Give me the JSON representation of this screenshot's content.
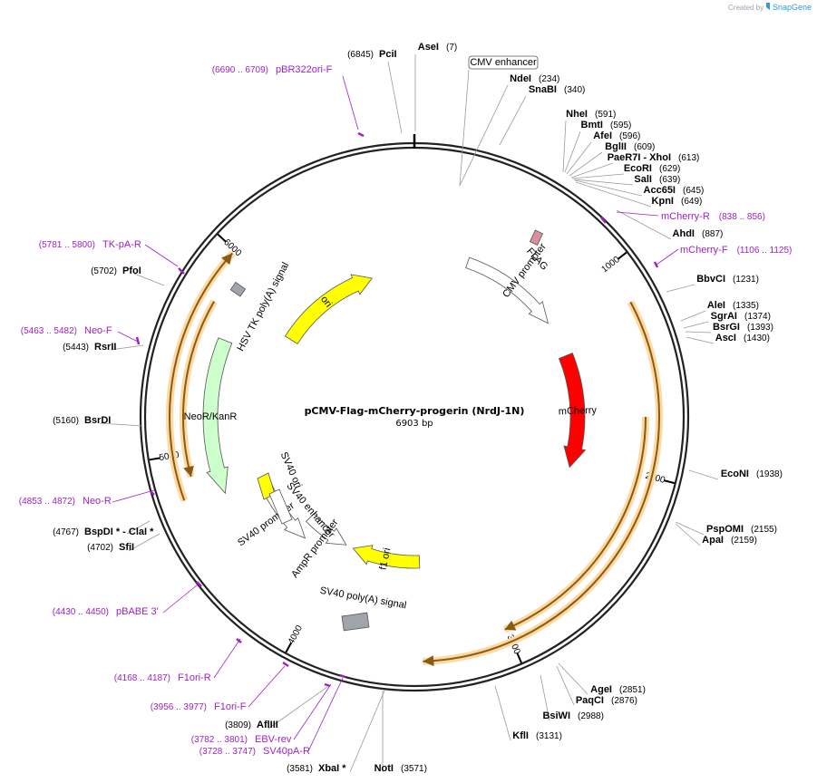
{
  "header": {
    "created_by": "Created by",
    "app_name": "SnapGene"
  },
  "map": {
    "name": "pCMV-Flag-mCherry-progerin (NrdJ-1N)",
    "length_label": "6903 bp"
  },
  "ticks": [
    {
      "label": "1000",
      "angle": 52.2
    },
    {
      "label": "2000",
      "angle": 104.3
    },
    {
      "label": "3000",
      "angle": 156.5
    },
    {
      "label": "4000",
      "angle": 208.6
    },
    {
      "label": "5000",
      "angle": 260.8
    },
    {
      "label": "6000",
      "angle": 312.9
    }
  ],
  "features": [
    {
      "name": "ori",
      "label": "ori",
      "start": 302,
      "end": 343,
      "r": 160,
      "w": 16,
      "color": "#ffff00",
      "dir": 1,
      "label_inside": true
    },
    {
      "name": "cmv-promoter",
      "label": "CMV promoter",
      "start": 19,
      "end": 55,
      "r": 180,
      "w": 12,
      "color": "#ffffff",
      "dir": 1,
      "label_inside": false
    },
    {
      "name": "mcherry",
      "label": "mCherry",
      "start": 68,
      "end": 108,
      "r": 180,
      "w": 16,
      "color": "#ff0000",
      "dir": 1,
      "label_inside": true
    },
    {
      "name": "neor-kanr",
      "label": "NeoR/KanR",
      "start": 248,
      "end": 292,
      "r": 225,
      "w": 16,
      "color": "#ccffcc",
      "dir": -1,
      "label_inside": true
    },
    {
      "name": "ampr-promoter",
      "label": "AmpR promoter",
      "start": 208,
      "end": 226,
      "r": 160,
      "w": 12,
      "color": "#ffffff",
      "dir": -1,
      "label_inside": false
    },
    {
      "name": "sv40-promoter",
      "label": "SV40 promoter",
      "start": 222,
      "end": 246,
      "r": 180,
      "w": 12,
      "color": "#ffffff",
      "dir": -1,
      "label_inside": false
    },
    {
      "name": "f1-ori",
      "label": "f1 ori",
      "start": 178,
      "end": 205,
      "r": 160,
      "w": 14,
      "color": "#ffff00",
      "dir": 1,
      "label_inside": true
    }
  ],
  "feature_labels": [
    {
      "name": "cmv-enhancer",
      "text": "CMV enhancer",
      "boxed": true
    },
    {
      "name": "flag",
      "text": "FLAG",
      "boxed": false
    },
    {
      "name": "hsv-tk-polya",
      "text": "HSV TK poly(A) signal",
      "boxed": false
    },
    {
      "name": "sv40-ori",
      "text": "SV40 ori",
      "boxed": false
    },
    {
      "name": "sv40-enhancer",
      "text": "SV40 enhancer",
      "boxed": false
    },
    {
      "name": "sv40-polya",
      "text": "SV40 poly(A) signal",
      "boxed": false
    }
  ],
  "enzymes": [
    {
      "name": "AseI",
      "pos": "(7)",
      "side": "right"
    },
    {
      "name": "PciI",
      "pos": "(6845)",
      "side": "left"
    },
    {
      "name": "NdeI",
      "pos": "(234)",
      "side": "right"
    },
    {
      "name": "SnaBI",
      "pos": "(340)",
      "side": "right"
    },
    {
      "name": "NheI",
      "pos": "(591)",
      "side": "right"
    },
    {
      "name": "BmtI",
      "pos": "(595)",
      "side": "right"
    },
    {
      "name": "AfeI",
      "pos": "(596)",
      "side": "right"
    },
    {
      "name": "BglII",
      "pos": "(609)",
      "side": "right"
    },
    {
      "name": "PaeR7I  - XhoI",
      "pos": "(613)",
      "side": "right"
    },
    {
      "name": "EcoRI",
      "pos": "(629)",
      "side": "right"
    },
    {
      "name": "SalI",
      "pos": "(639)",
      "side": "right"
    },
    {
      "name": "Acc65I",
      "pos": "(645)",
      "side": "right"
    },
    {
      "name": "KpnI",
      "pos": "(649)",
      "side": "right"
    },
    {
      "name": "AhdI",
      "pos": "(887)",
      "side": "right"
    },
    {
      "name": "BbvCI",
      "pos": "(1231)",
      "side": "right"
    },
    {
      "name": "AleI",
      "pos": "(1335)",
      "side": "right"
    },
    {
      "name": "SgrAI",
      "pos": "(1374)",
      "side": "right"
    },
    {
      "name": "BsrGI",
      "pos": "(1393)",
      "side": "right"
    },
    {
      "name": "AscI",
      "pos": "(1430)",
      "side": "right"
    },
    {
      "name": "EcoNI",
      "pos": "(1938)",
      "side": "right"
    },
    {
      "name": "PspOMI",
      "pos": "(2155)",
      "side": "right"
    },
    {
      "name": "ApaI",
      "pos": "(2159)",
      "side": "right"
    },
    {
      "name": "AgeI",
      "pos": "(2851)",
      "side": "right"
    },
    {
      "name": "PaqCI",
      "pos": "(2876)",
      "side": "right"
    },
    {
      "name": "BsiWI",
      "pos": "(2988)",
      "side": "right"
    },
    {
      "name": "KflI",
      "pos": "(3131)",
      "side": "right"
    },
    {
      "name": "NotI",
      "pos": "(3571)",
      "side": "right"
    },
    {
      "name": "XbaI *",
      "pos": "(3581)",
      "side": "left"
    },
    {
      "name": "AflIII",
      "pos": "(3809)",
      "side": "left"
    },
    {
      "name": "SfiI",
      "pos": "(4702)",
      "side": "left"
    },
    {
      "name": "BspDI *  - ClaI *",
      "pos": "(4767)",
      "side": "left"
    },
    {
      "name": "BsrDI",
      "pos": "(5160)",
      "side": "left"
    },
    {
      "name": "RsrII",
      "pos": "(5443)",
      "side": "left"
    },
    {
      "name": "PfoI",
      "pos": "(5702)",
      "side": "left"
    }
  ],
  "primers": [
    {
      "name": "pBR322ori-F",
      "pos": "(6690 .. 6709)",
      "side": "left"
    },
    {
      "name": "mCherry-R",
      "pos": "(838 .. 856)",
      "side": "right"
    },
    {
      "name": "mCherry-F",
      "pos": "(1106 .. 1125)",
      "side": "right"
    },
    {
      "name": "TK-pA-R",
      "pos": "(5781 .. 5800)",
      "side": "left"
    },
    {
      "name": "Neo-F",
      "pos": "(5463 .. 5482)",
      "side": "left"
    },
    {
      "name": "Neo-R",
      "pos": "(4853 .. 4872)",
      "side": "left"
    },
    {
      "name": "pBABE 3'",
      "pos": "(4430 .. 4450)",
      "side": "left"
    },
    {
      "name": "F1ori-R",
      "pos": "(4168 .. 4187)",
      "side": "left"
    },
    {
      "name": "F1ori-F",
      "pos": "(3956 .. 3977)",
      "side": "left"
    },
    {
      "name": "EBV-rev",
      "pos": "(3782 .. 3801)",
      "side": "left"
    },
    {
      "name": "SV40pA-R",
      "pos": "(3728 .. 3747)",
      "side": "left"
    }
  ],
  "colors": {
    "backbone": "#222222",
    "primer": "#9e1fc9",
    "orf": "#f5a623",
    "snapgene": "#2f9bd6"
  }
}
